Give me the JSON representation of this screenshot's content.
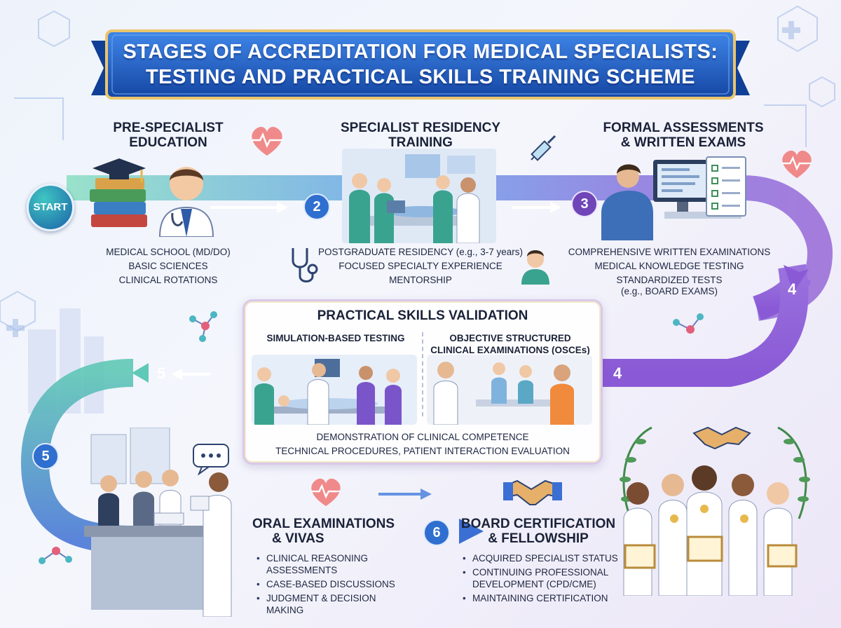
{
  "title": {
    "line1": "STAGES OF ACCREDITATION FOR MEDICAL SPECIALISTS:",
    "line2": "TESTING AND PRACTICAL SKILLS TRAINING SCHEME"
  },
  "start_label": "START",
  "stage1": {
    "title_l1": "PRE-SPECIALIST",
    "title_l2": "EDUCATION",
    "lines": [
      "MEDICAL SCHOOL (MD/DO)",
      "BASIC SCIENCES",
      "CLINICAL ROTATIONS"
    ]
  },
  "stage2": {
    "number": "2",
    "title_l1": "SPECIALIST RESIDENCY",
    "title_l2": "TRAINING",
    "lines": [
      "POSTGRADUATE RESIDENCY (e.g., 3-7 years)",
      "FOCUSED SPECIALTY EXPERIENCE",
      "MENTORSHIP"
    ]
  },
  "stage3": {
    "number": "3",
    "title_l1": "FORMAL ASSESSMENTS",
    "title_l2": "& WRITTEN EXAMS",
    "lines": [
      "COMPREHENSIVE WRITTEN EXAMINATIONS",
      "MEDICAL KNOWLEDGE TESTING",
      "STANDARDIZED TESTS",
      "(e.g., BOARD EXAMS)"
    ]
  },
  "stage4": {
    "number": "4",
    "title": "PRACTICAL SKILLS VALIDATION",
    "sub_left": "SIMULATION-BASED TESTING",
    "sub_right_l1": "OBJECTIVE STRUCTURED",
    "sub_right_l2": "CLINICAL EXAMINATIONS (OSCEs)",
    "lines": [
      "DEMONSTRATION OF CLINICAL COMPETENCE",
      "TECHNICAL PROCEDURES, PATIENT INTERACTION EVALUATION"
    ]
  },
  "stage5": {
    "number": "5",
    "title_l1": "ORAL EXAMINATIONS",
    "title_l2": "& VIVAS",
    "bullets": [
      "CLINICAL REASONING ASSESSMENTS",
      "CASE-BASED DISCUSSIONS",
      "JUDGMENT & DECISION MAKING"
    ]
  },
  "stage6": {
    "number": "6",
    "title_l1": "BOARD CERTIFICATION",
    "title_l2": "& FELLOWSHIP",
    "bullets": [
      "ACQUIRED SPECIALIST STATUS",
      "CONTINUING PROFESSIONAL DEVELOPMENT (CPD/CME)",
      "MAINTAINING CERTIFICATION"
    ]
  },
  "colors": {
    "banner": "#1f63c9",
    "banner_dark": "#0d3a8a",
    "teal": "#39c3a9",
    "blue": "#3b6fd4",
    "purple": "#8a5ad6",
    "orange": "#f08a4b",
    "gold": "#e7c46a"
  }
}
